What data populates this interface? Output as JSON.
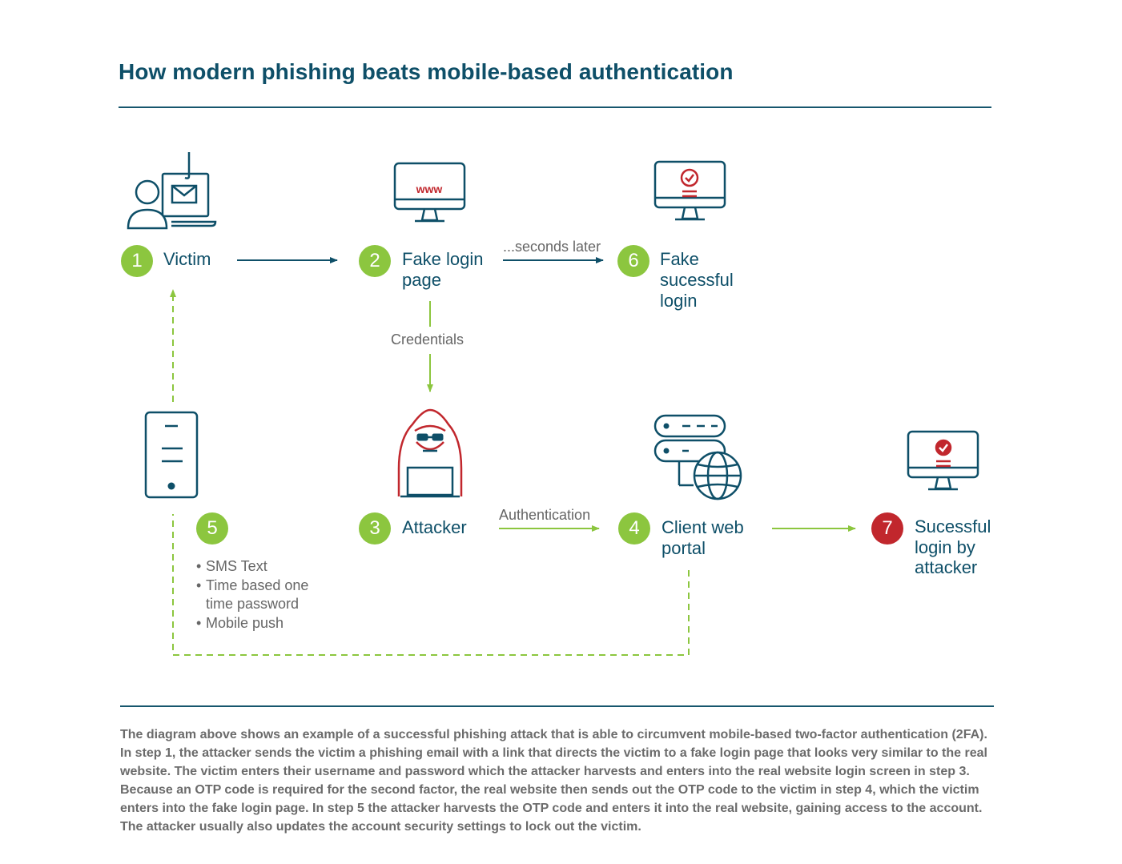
{
  "title": "How modern phishing beats mobile-based authentication",
  "nodes": {
    "victim": {
      "num": "1",
      "label": "Victim"
    },
    "fake_login": {
      "num": "2",
      "label": "Fake login page",
      "screen_text": "www"
    },
    "attacker": {
      "num": "3",
      "label": "Attacker"
    },
    "portal": {
      "num": "4",
      "label": "Client web portal"
    },
    "otp": {
      "num": "5",
      "bullets": [
        "SMS Text",
        "Time based one time password",
        "Mobile push"
      ]
    },
    "fake_success": {
      "num": "6",
      "label": "Fake sucessful login"
    },
    "real_success": {
      "num": "7",
      "label": "Sucessful login by attacker"
    }
  },
  "edges": {
    "seconds_later": "...seconds later",
    "credentials": "Credentials",
    "authentication": "Authentication"
  },
  "description": "The diagram above shows an example of a successful phishing attack that is able to circumvent mobile-based two-factor authentication (2FA). In step 1, the attacker sends the victim a phishing email with a link that directs the victim to a fake login page that looks very similar to the real website. The victim enters their username and password which the attacker harvests and enters into the real website login screen in step 3. Because an OTP code is required for the second factor, the real website then sends out the OTP code to the victim in step 4, which the victim enters into the fake login page. In step 5 the attacker harvests the OTP code and enters it into the real website, gaining access to the account. The attacker usually also updates the account security settings to lock out the victim.",
  "colors": {
    "teal": "#0e4f68",
    "green": "#8cc63f",
    "red": "#c1272d",
    "gray_text": "#666666"
  }
}
